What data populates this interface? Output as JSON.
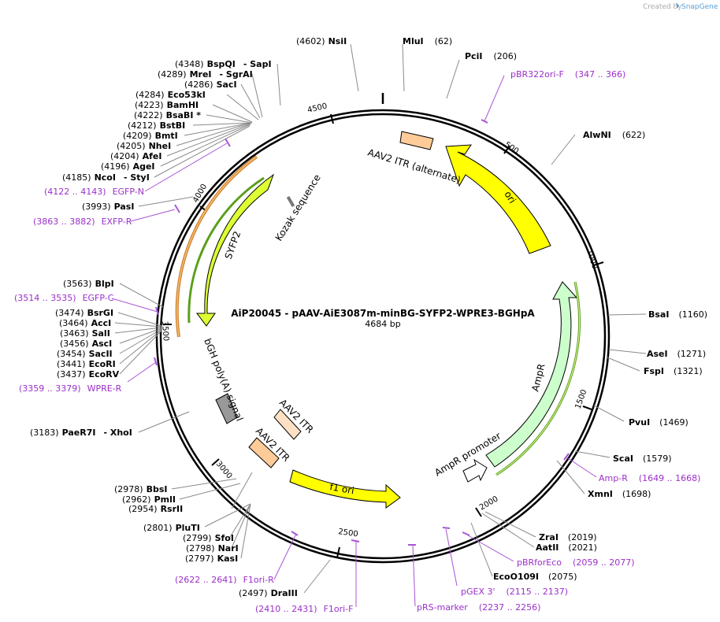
{
  "credit": {
    "prefix": "Created by",
    "brand": "SnapGene"
  },
  "plasmid": {
    "name": "AiP20045 - pAAV-AiE3087m-minBG-SYFP2-WPRE3-BGHpA",
    "size": "4684 bp"
  },
  "colors": {
    "ori": "#ffff00",
    "ampr": "#ccffcc",
    "syfp2": "#ddff33",
    "itr": "#ffcc99",
    "polya": "#999999",
    "primer": "#9b2fc9"
  },
  "ticks": [
    "500",
    "1000",
    "1500",
    "2000",
    "2500",
    "3000",
    "3500",
    "4000",
    "4500"
  ],
  "features": {
    "ori": "ori",
    "itr_alt": "AAV2 ITR (alternate)",
    "kozak": "Kozak sequence",
    "syfp2": "SYFP2",
    "polya": "bGH poly(A) signal",
    "itr1": "AAV2 ITR",
    "itr2": "AAV2 ITR",
    "f1ori": "f1 ori",
    "ampr": "AmpR",
    "ampr_promoter": "AmpR promoter"
  },
  "sites": [
    {
      "pos": "(4602)",
      "name": "NsiI"
    },
    {
      "pos": "(62)",
      "name": "MluI"
    },
    {
      "pos": "(206)",
      "name": "PciI"
    },
    {
      "pos": "(622)",
      "name": "AlwNI"
    },
    {
      "pos": "(1160)",
      "name": "BsaI"
    },
    {
      "pos": "(1271)",
      "name": "AseI"
    },
    {
      "pos": "(1321)",
      "name": "FspI"
    },
    {
      "pos": "(1469)",
      "name": "PvuI"
    },
    {
      "pos": "(1579)",
      "name": "ScaI"
    },
    {
      "pos": "(1698)",
      "name": "XmnI"
    },
    {
      "pos": "(2019)",
      "name": "ZraI"
    },
    {
      "pos": "(2021)",
      "name": "AatII"
    },
    {
      "pos": "(2075)",
      "name": "EcoO109I"
    },
    {
      "pos": "(2497)",
      "name": "DraIII"
    },
    {
      "pos": "(2797)",
      "name": "KasI"
    },
    {
      "pos": "(2798)",
      "name": "NarI"
    },
    {
      "pos": "(2799)",
      "name": "SfoI"
    },
    {
      "pos": "(2801)",
      "name": "PluTI"
    },
    {
      "pos": "(2954)",
      "name": "RsrII"
    },
    {
      "pos": "(2962)",
      "name": "PmlI"
    },
    {
      "pos": "(2978)",
      "name": "BbsI"
    },
    {
      "pos": "(3183)",
      "name": "PaeR7I",
      "name2": "- XhoI"
    },
    {
      "pos": "(3437)",
      "name": "EcoRV"
    },
    {
      "pos": "(3441)",
      "name": "EcoRI"
    },
    {
      "pos": "(3454)",
      "name": "SacII"
    },
    {
      "pos": "(3456)",
      "name": "AscI"
    },
    {
      "pos": "(3463)",
      "name": "SalI"
    },
    {
      "pos": "(3464)",
      "name": "AccI"
    },
    {
      "pos": "(3474)",
      "name": "BsrGI"
    },
    {
      "pos": "(3563)",
      "name": "BlpI"
    },
    {
      "pos": "(3993)",
      "name": "PasI"
    },
    {
      "pos": "(4185)",
      "name": "NcoI",
      "name2": "- StyI"
    },
    {
      "pos": "(4196)",
      "name": "AgeI"
    },
    {
      "pos": "(4204)",
      "name": "AfeI"
    },
    {
      "pos": "(4205)",
      "name": "NheI"
    },
    {
      "pos": "(4209)",
      "name": "BmtI"
    },
    {
      "pos": "(4212)",
      "name": "BstBI"
    },
    {
      "pos": "(4222)",
      "name": "BsaBI *"
    },
    {
      "pos": "(4223)",
      "name": "BamHI"
    },
    {
      "pos": "(4284)",
      "name": "Eco53kI"
    },
    {
      "pos": "(4286)",
      "name": "SacI"
    },
    {
      "pos": "(4289)",
      "name": "MreI",
      "name2": "- SgrAI"
    },
    {
      "pos": "(4348)",
      "name": "BspQI",
      "name2": "- SapI"
    }
  ],
  "primers": [
    {
      "name": "pBR322ori-F",
      "range": "(347 .. 366)"
    },
    {
      "name": "Amp-R",
      "range": "(1649 .. 1668)"
    },
    {
      "name": "pBRforEco",
      "range": "(2059 .. 2077)"
    },
    {
      "name": "pGEX 3'",
      "range": "(2115 .. 2137)"
    },
    {
      "name": "pRS-marker",
      "range": "(2237 .. 2256)"
    },
    {
      "name": "F1ori-F",
      "range": "(2410 .. 2431)"
    },
    {
      "name": "F1ori-R",
      "range": "(2622 .. 2641)"
    },
    {
      "name": "WPRE-R",
      "range": "(3359 .. 3379)"
    },
    {
      "name": "EGFP-C",
      "range": "(3514 .. 3535)"
    },
    {
      "name": "EXFP-R",
      "range": "(3863 .. 3882)"
    },
    {
      "name": "EGFP-N",
      "range": "(4122 .. 4143)"
    }
  ]
}
